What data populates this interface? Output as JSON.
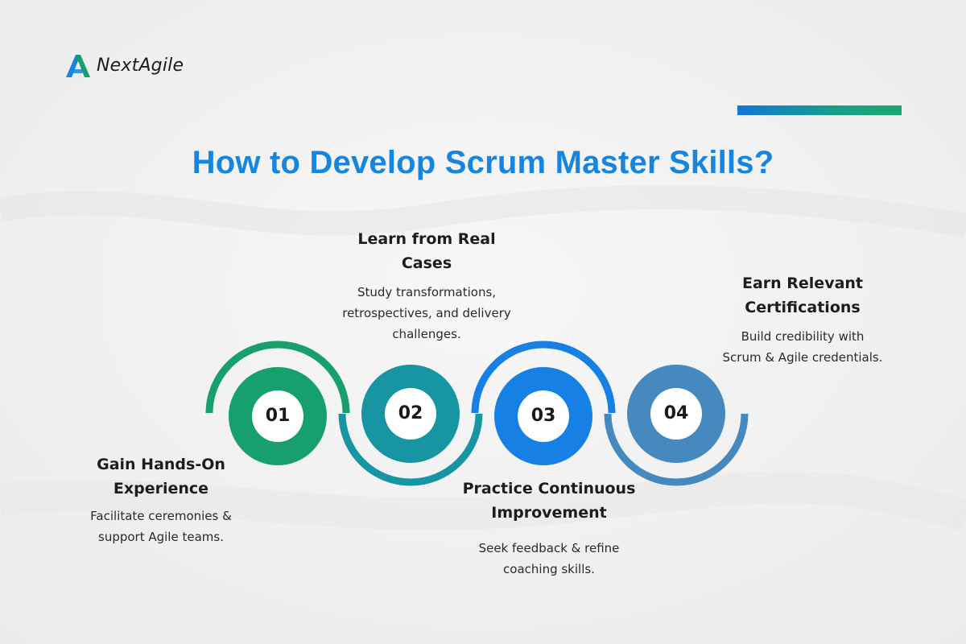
{
  "brand": {
    "name": "NextAgile",
    "icon": "nextagile-logo-icon"
  },
  "title": "How to Develop Scrum Master Skills?",
  "colors": {
    "title": "#1585e0",
    "step1": "#17a06b",
    "step2": "#1795a3",
    "step3": "#1680e4",
    "step4": "#4589bf"
  },
  "steps": [
    {
      "number": "01",
      "title_line1": "Gain Hands-On",
      "title_line2": "Experience",
      "desc_line1": "Facilitate ceremonies &",
      "desc_line2": "support Agile teams."
    },
    {
      "number": "02",
      "title_line1": "Learn from Real",
      "title_line2": "Cases",
      "desc_line1": "Study transformations,",
      "desc_line2": "retrospectives, and delivery",
      "desc_line3": "challenges."
    },
    {
      "number": "03",
      "title_line1": "Practice Continuous",
      "title_line2": "Improvement",
      "desc_line1": "Seek feedback & refine",
      "desc_line2": "coaching skills."
    },
    {
      "number": "04",
      "title_line1": "Earn Relevant",
      "title_line2": "Certifications",
      "desc_line1": "Build credibility with",
      "desc_line2": "Scrum & Agile credentials."
    }
  ]
}
